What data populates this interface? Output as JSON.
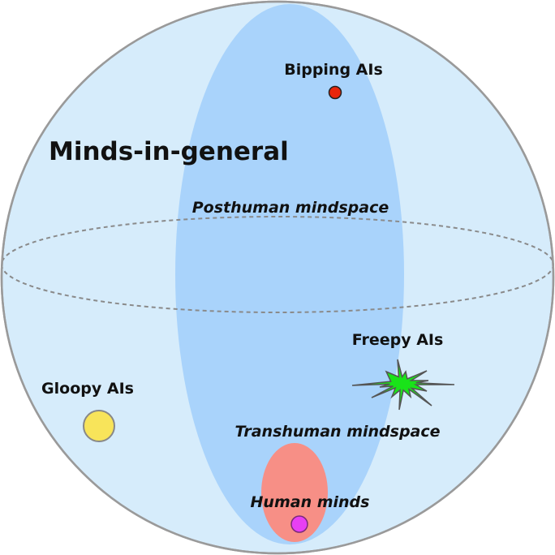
{
  "title": "Minds-in-general",
  "regions": {
    "posthuman": "Posthuman mindspace",
    "transhuman": "Transhuman mindspace",
    "human": "Human minds"
  },
  "points": {
    "bipping": "Bipping AIs",
    "freepy": "Freepy AIs",
    "gloopy": "Gloopy AIs"
  },
  "colors": {
    "sphere_fill": "#d6ecfb",
    "sphere_stroke": "#9a9a9a",
    "posthuman_fill": "#a9d3fb",
    "transhuman_fill": "#f78f86",
    "human_dot": "#e83ff3",
    "bipping_dot": "#e8260c",
    "freepy_star": "#19e319",
    "gloopy_dot": "#f8e45a",
    "equator": "#8a8a8a"
  }
}
